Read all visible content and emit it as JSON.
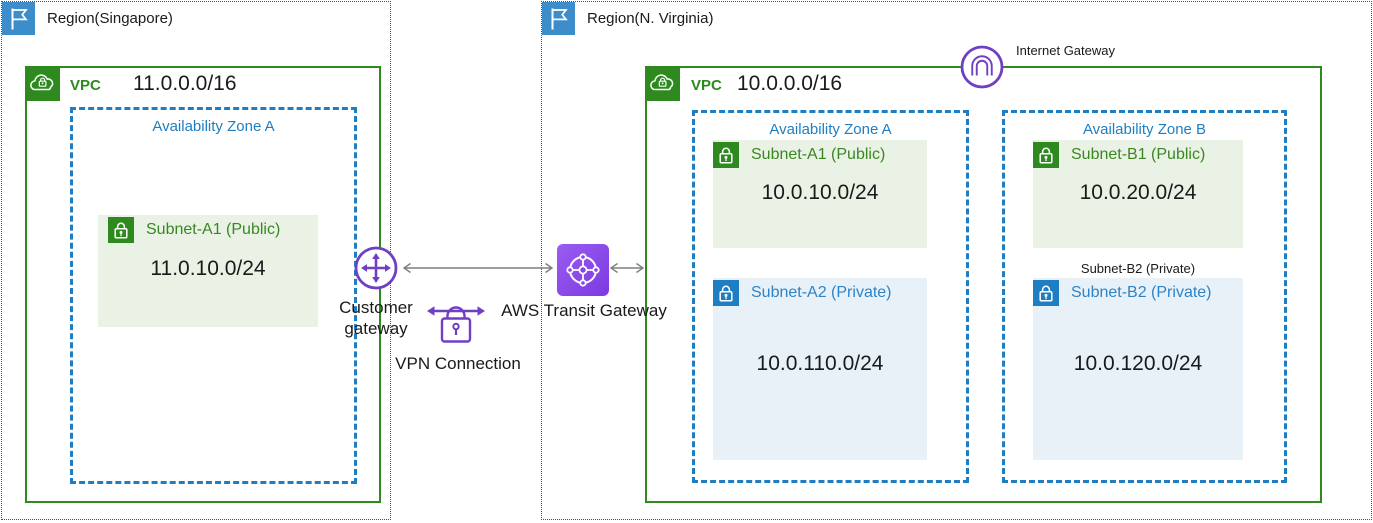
{
  "singapore": {
    "region_title": "Region(Singapore)",
    "vpc_label": "VPC",
    "vpc_cidr": "11.0.0.0/16",
    "az_label": "Availability Zone A",
    "subnet_a1": {
      "name": "Subnet-A1 (Public)",
      "cidr": "11.0.10.0/24"
    }
  },
  "nvirginia": {
    "region_title": "Region(N. Virginia)",
    "vpc_label": "VPC",
    "vpc_cidr": "10.0.0.0/16",
    "internet_gateway_label": "Internet Gateway",
    "az_a": {
      "label": "Availability Zone A",
      "subnet_a1": {
        "name": "Subnet-A1 (Public)",
        "cidr": "10.0.10.0/24"
      },
      "subnet_a2": {
        "name": "Subnet-A2 (Private)",
        "cidr": "10.0.110.0/24"
      }
    },
    "az_b": {
      "label": "Availability Zone B",
      "subnet_b1": {
        "name": "Subnet-B1 (Public)",
        "cidr": "10.0.20.0/24"
      },
      "note": "Subnet-B2 (Private)",
      "subnet_b2": {
        "name": "Subnet-B2 (Private)",
        "cidr": "10.0.120.0/24"
      }
    }
  },
  "connections": {
    "customer_gateway_label": "Customer gateway",
    "vpn_label": "VPN Connection",
    "transit_gateway_label": "AWS Transit Gateway"
  },
  "colors": {
    "region-border": "#4d4d4d",
    "flag-blue": "#3c8dc9",
    "vpc-green": "#2e8a1e",
    "az-blue": "#1f7ec2",
    "subnet-public-bg": "#eaf2e5",
    "subnet-private-bg": "#e8f1f8",
    "subnet-public-text": "#3a8722",
    "subnet-private-text": "#2e83c6",
    "purple-icon": "#6f40c5",
    "tg-grad-1": "#9a5cf0",
    "tg-grad-2": "#7c3ae2",
    "tg-mid": "#8546e6",
    "arrow-gray": "#7f7f7f",
    "text-black": "#1a1a1a"
  }
}
